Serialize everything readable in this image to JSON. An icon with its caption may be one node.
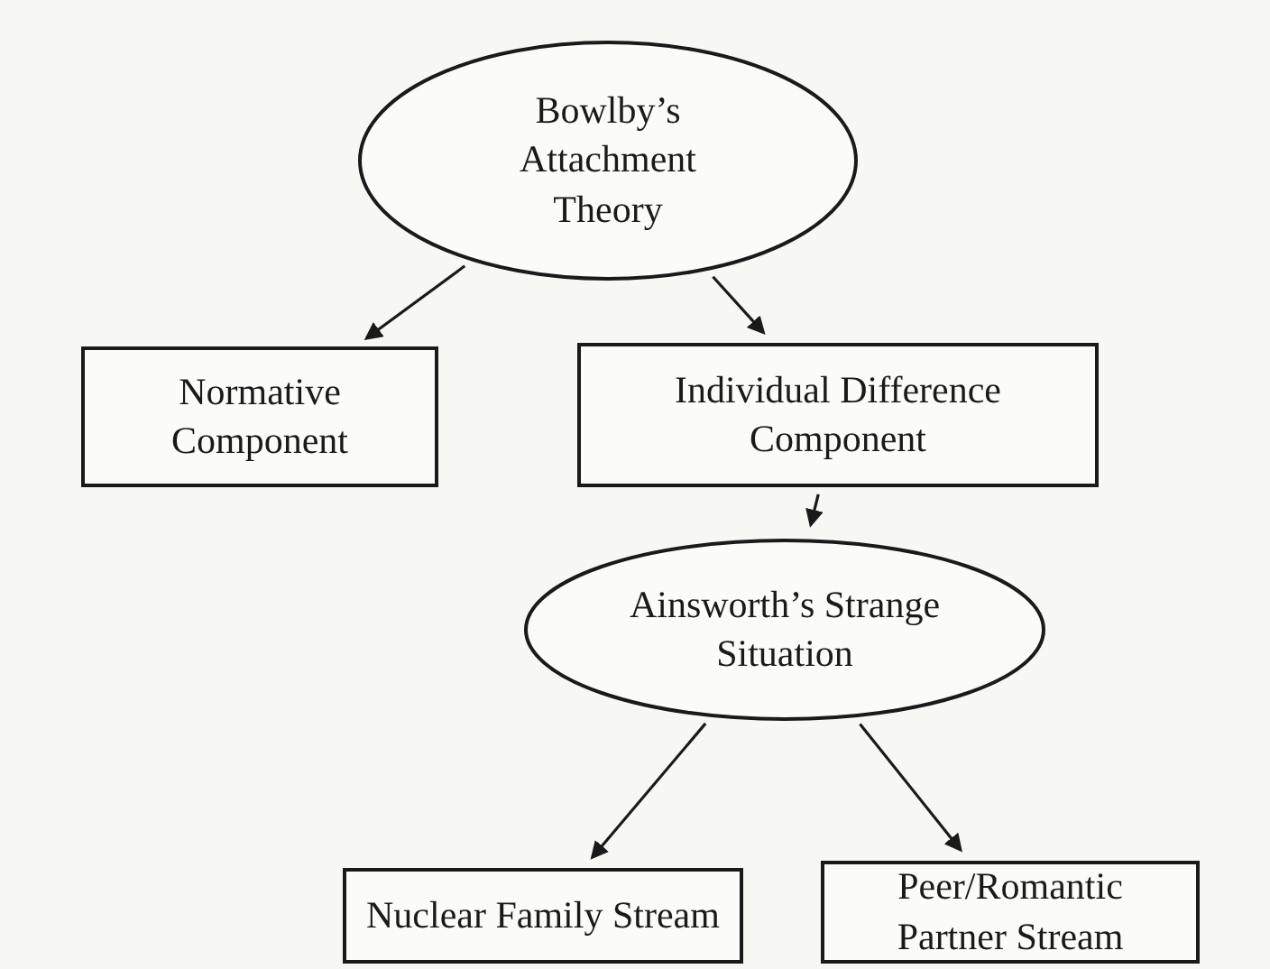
{
  "diagram": {
    "nodes": [
      {
        "text": [
          "Bowlby’s Attachment Theory"
        ]
      },
      {
        "text": [
          "Normative Component"
        ]
      },
      {
        "text": [
          "Individual Difference Component"
        ]
      },
      {
        "text": [
          "Ainsworth’s Strange Situation"
        ]
      },
      {
        "text": [
          "Nuclear Family Stream"
        ]
      },
      {
        "text": [
          "Peer/Romantic Partner Stream"
        ]
      }
    ],
    "edges": [
      {
        "from": 0,
        "to": 1,
        "arrow": "to"
      },
      {
        "from": 0,
        "to": 2,
        "arrow": "to"
      },
      {
        "from": 2,
        "to": 3,
        "arrow": "to"
      },
      {
        "from": 3,
        "to": 4,
        "arrow": "to"
      },
      {
        "from": 3,
        "to": 5,
        "arrow": "to"
      }
    ]
  }
}
